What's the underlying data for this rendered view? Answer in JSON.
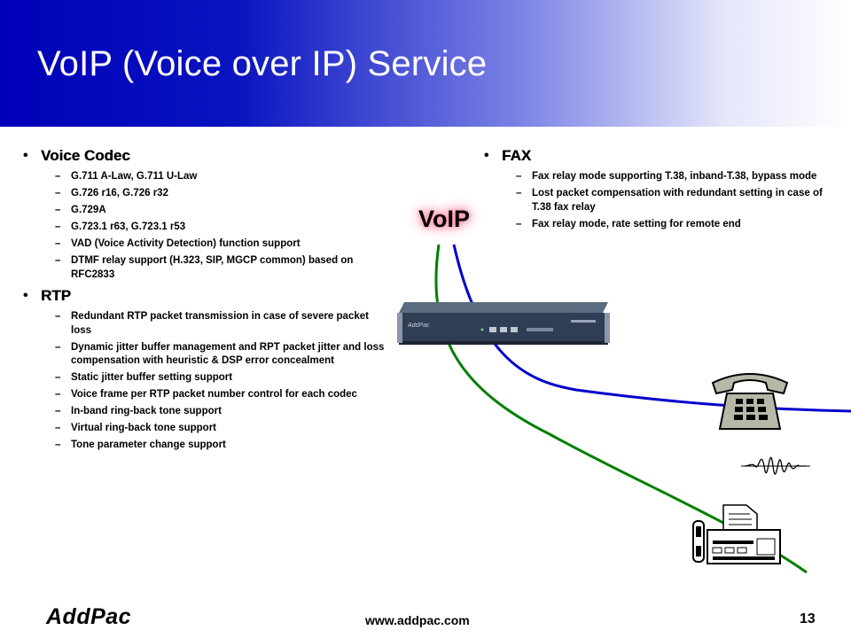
{
  "header": {
    "title": "VoIP (Voice over IP) Service"
  },
  "left_column": {
    "sections": [
      {
        "title": "Voice Codec",
        "items": [
          "G.711 A-Law, G.711 U-Law",
          "G.726 r16, G.726 r32",
          "G.729A",
          "G.723.1 r63, G.723.1 r53",
          "VAD (Voice Activity Detection) function support",
          "DTMF relay support (H.323, SIP, MGCP common) based on RFC2833"
        ]
      },
      {
        "title": "RTP",
        "items": [
          "Redundant RTP packet transmission in case of severe packet loss",
          "Dynamic jitter buffer management and RPT packet jitter and loss compensation with heuristic & DSP error concealment",
          "Static jitter buffer setting support",
          "Voice frame per RTP packet number control for each codec",
          "In-band ring-back tone support",
          "Virtual ring-back tone support",
          "Tone parameter change support"
        ]
      }
    ]
  },
  "right_column": {
    "sections": [
      {
        "title": "FAX",
        "items": [
          "Fax relay mode supporting T.38, inband-T.38, bypass mode",
          "Lost packet compensation with redundant setting in case of T.38 fax relay",
          "Fax relay mode, rate setting for remote end"
        ]
      }
    ]
  },
  "diagram": {
    "voip_label": "VoIP",
    "device_brand": "AddPac",
    "line_colors": {
      "voice": "#0000cc",
      "fax": "#008000"
    },
    "icons": [
      "voip-gateway-icon",
      "telephone-icon",
      "waveform-icon",
      "fax-machine-icon"
    ]
  },
  "footer": {
    "logo": "AddPac",
    "url": "www.addpac.com",
    "page_number": "13"
  },
  "colors": {
    "header_start": "#0000b8",
    "header_end": "#ffffff"
  }
}
